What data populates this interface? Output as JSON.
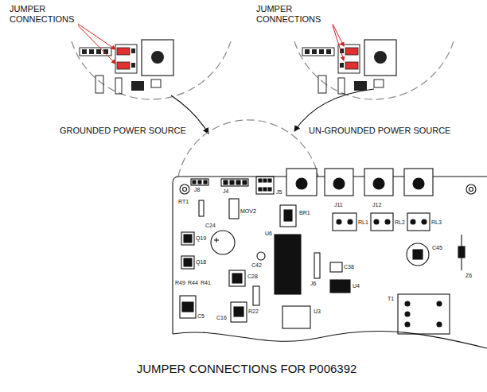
{
  "diagram": {
    "caption": "JUMPER CONNECTIONS FOR P006392",
    "labels": [
      "JUMPER CONNECTIONS",
      "JUMPER CONNECTIONS",
      "GROUNDED POWER SOURCE",
      "UN-GROUNDED POWER SOURCE",
      "J8",
      "J4",
      "J5",
      "RT1",
      "MOV2",
      "BR1",
      "J11",
      "J12",
      "RL1",
      "RL2",
      "RL3",
      "Q19",
      "C24",
      "U6",
      "C42",
      "J6",
      "C45",
      "Z6",
      "Q18",
      "C38",
      "R49",
      "R44",
      "R41",
      "C28",
      "U4",
      "R22",
      "C16",
      "C5",
      "U3",
      "T1"
    ]
  }
}
